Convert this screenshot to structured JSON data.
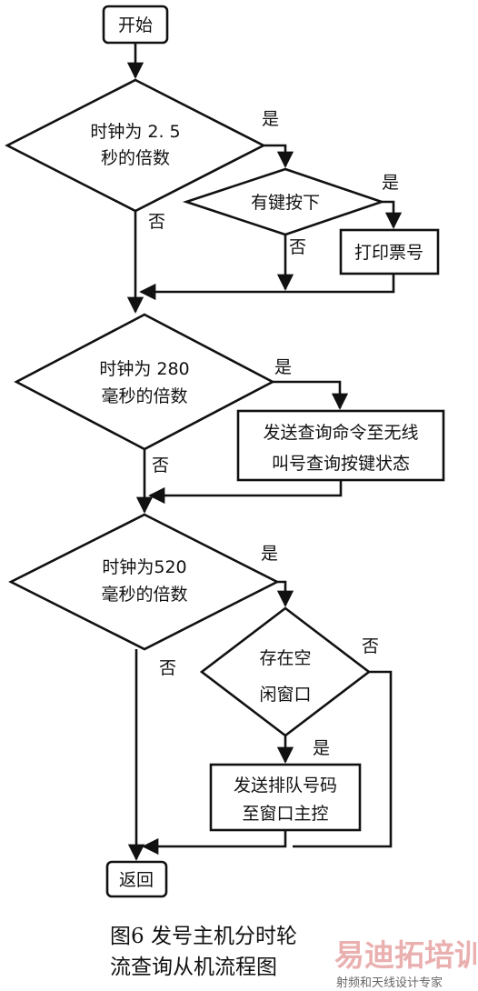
{
  "nodes": {
    "start": "开始",
    "decision1": [
      "时钟为 2. 5",
      "秒的倍数"
    ],
    "key_pressed": "有键按下",
    "print_ticket": "打印票号",
    "decision2": [
      "时钟为 280",
      "毫秒的倍数"
    ],
    "query_box": [
      "发送查询命令至无线",
      "叫号查询按键状态"
    ],
    "decision3": [
      "时钟为520",
      "毫秒的倍数"
    ],
    "idle_window": [
      "存在空",
      "闲窗口"
    ],
    "send_queue": [
      "发送排队号码",
      "至窗口主控"
    ],
    "return": "返回"
  },
  "labels": {
    "yes": "是",
    "no": "否"
  },
  "caption": [
    "图6  发号主机分时轮",
    "流查询从机流程图"
  ],
  "watermark": {
    "logo": "易迪拓培训",
    "subtitle": "射频和天线设计专家"
  },
  "colors": {
    "ink": "#111111",
    "watermark": "#e8a8a8"
  }
}
